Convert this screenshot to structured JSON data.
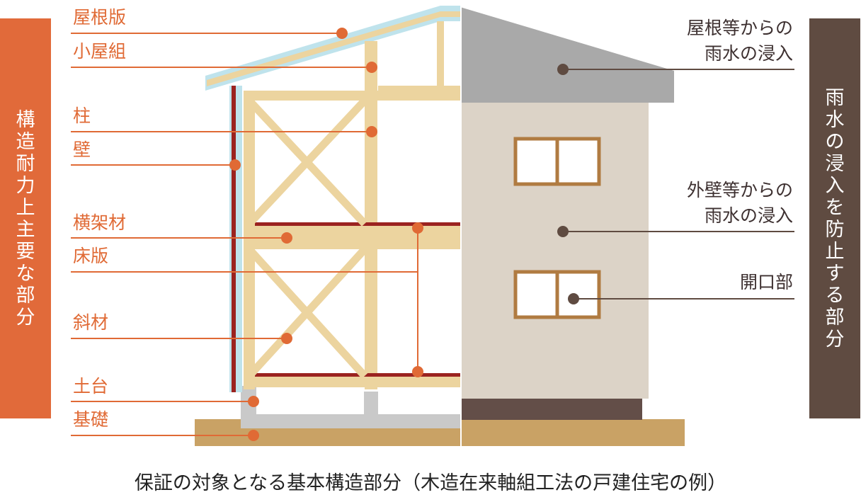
{
  "left_panel": {
    "title": "構造耐力上主要な部分"
  },
  "right_panel": {
    "title": "雨水の浸入を防止する部分"
  },
  "structure_labels": [
    "屋根版",
    "小屋組",
    "柱",
    "壁",
    "横架材",
    "床版",
    "斜材",
    "土台",
    "基礎"
  ],
  "water_labels": {
    "roof": [
      "屋根等からの",
      "雨水の浸入"
    ],
    "wall": [
      "外壁等からの",
      "雨水の浸入"
    ],
    "opening": [
      "開口部"
    ]
  },
  "caption": "保証の対象となる基本構造部分（木造在来軸組工法の戸建住宅の例）",
  "colors": {
    "orange": "#e16a3a",
    "brown": "#5f4b41",
    "wood": "#ecd49f",
    "insulation": "#bfe3ec",
    "beam_red": "#9b2320",
    "foundation_gray": "#c9c9c9",
    "ground": "#c9a265",
    "roof_gray": "#a9a9a9",
    "wall_beige": "#dcd3c7",
    "base_dark": "#634e48",
    "window_frame": "#b07b41"
  }
}
